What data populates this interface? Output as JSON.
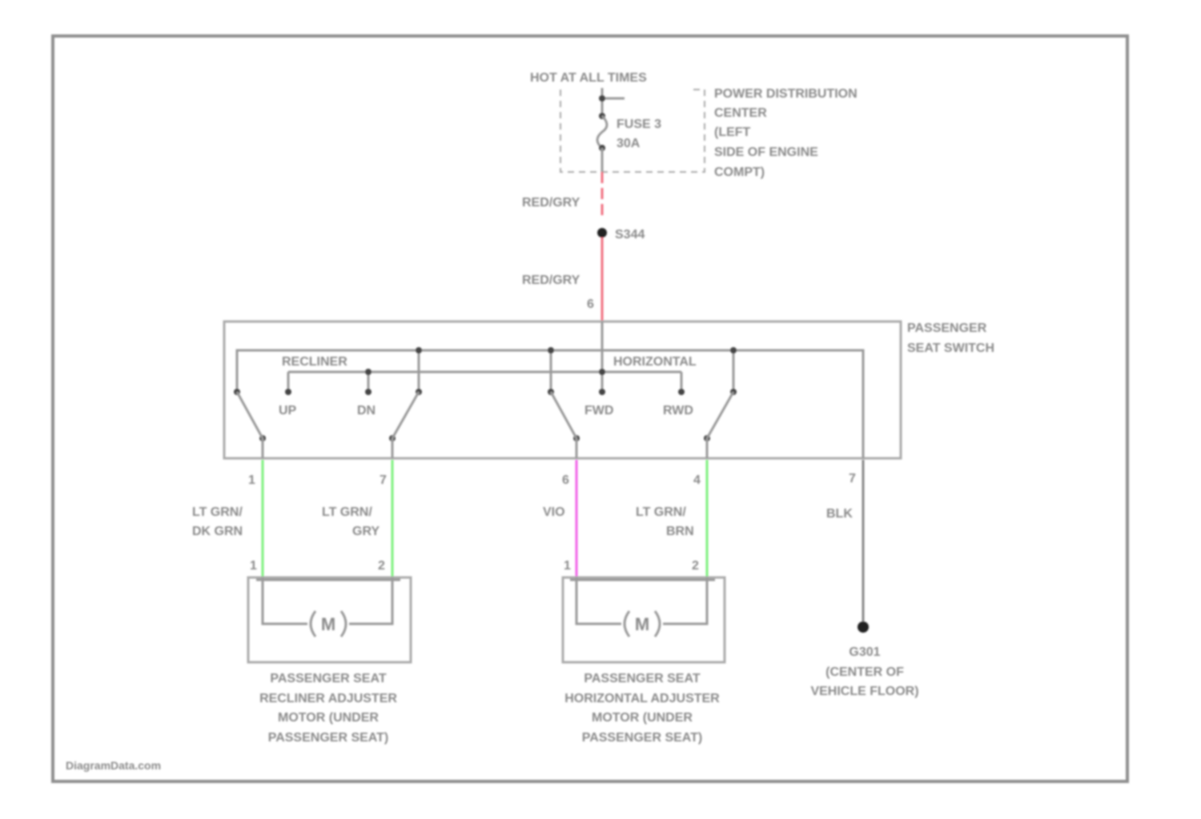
{
  "power": {
    "hot_label": "HOT AT ALL TIMES",
    "fuse_line1": "FUSE 3",
    "fuse_line2": "30A",
    "pdc_lines": [
      "POWER DISTRIBUTION",
      "CENTER",
      "(LEFT",
      "SIDE OF ENGINE",
      "COMPT)"
    ]
  },
  "wires": {
    "feed_upper": "RED/GRY",
    "splice": "S344",
    "feed_lower": "RED/GRY",
    "feed_pin": "6",
    "w1": {
      "pin_top": "1",
      "pin_bottom": "1",
      "color_lines": [
        "LT GRN/",
        "DK GRN"
      ],
      "hex": "#7df07d"
    },
    "w2": {
      "pin_top": "7",
      "pin_bottom": "2",
      "color_lines": [
        "LT GRN/",
        "GRY"
      ],
      "hex": "#7df07d"
    },
    "w3": {
      "pin_top": "6",
      "pin_bottom": "1",
      "color_lines": [
        "VIO"
      ],
      "hex": "#f060e8"
    },
    "w4": {
      "pin_top": "4",
      "pin_bottom": "2",
      "color_lines": [
        "LT GRN/",
        "BRN"
      ],
      "hex": "#7df07d"
    },
    "w5": {
      "pin_top": "7",
      "color_lines": [
        "BLK"
      ],
      "hex": "#8a8a8a"
    },
    "feed_hex": "#f07080"
  },
  "switch": {
    "name_lines": [
      "PASSENGER",
      "SEAT SWITCH"
    ],
    "recliner": "RECLINER",
    "horizontal": "HORIZONTAL",
    "up": "UP",
    "dn": "DN",
    "fwd": "FWD",
    "rwd": "RWD"
  },
  "motors": {
    "symbol": "M",
    "recliner_lines": [
      "PASSENGER SEAT",
      "RECLINER ADJUSTER",
      "MOTOR (UNDER",
      "PASSENGER SEAT)"
    ],
    "horizontal_lines": [
      "PASSENGER SEAT",
      "HORIZONTAL ADJUSTER",
      "MOTOR (UNDER",
      "PASSENGER SEAT)"
    ]
  },
  "ground": {
    "lines": [
      "G301",
      "(CENTER OF",
      "VEHICLE FLOOR)"
    ]
  },
  "footer": "DiagramData.com"
}
